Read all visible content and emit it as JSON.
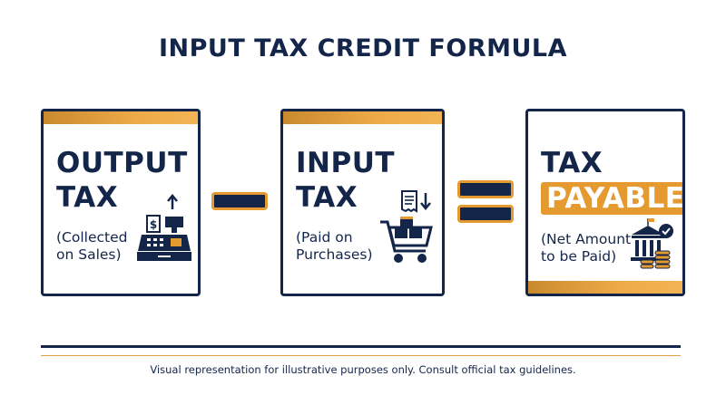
{
  "title": "INPUT TAX CREDIT FORMULA",
  "cards": [
    {
      "line1": "OUTPUT",
      "line2": "TAX",
      "sub": "(Collected\non Sales)",
      "icon": "cash-register-icon"
    },
    {
      "line1": "INPUT",
      "line2": "TAX",
      "sub": "(Paid on\nPurchases)",
      "icon": "shopping-cart-icon"
    },
    {
      "line1": "TAX",
      "line2": "PAYABLE",
      "sub": "(Net Amount\nto be Paid)",
      "icon": "bank-coins-icon"
    }
  ],
  "operators": [
    "minus",
    "equals"
  ],
  "colors": {
    "navy": "#13264a",
    "gold": "#e59a2f"
  },
  "footer": "Visual representation for illustrative purposes only. Consult official tax guidelines."
}
